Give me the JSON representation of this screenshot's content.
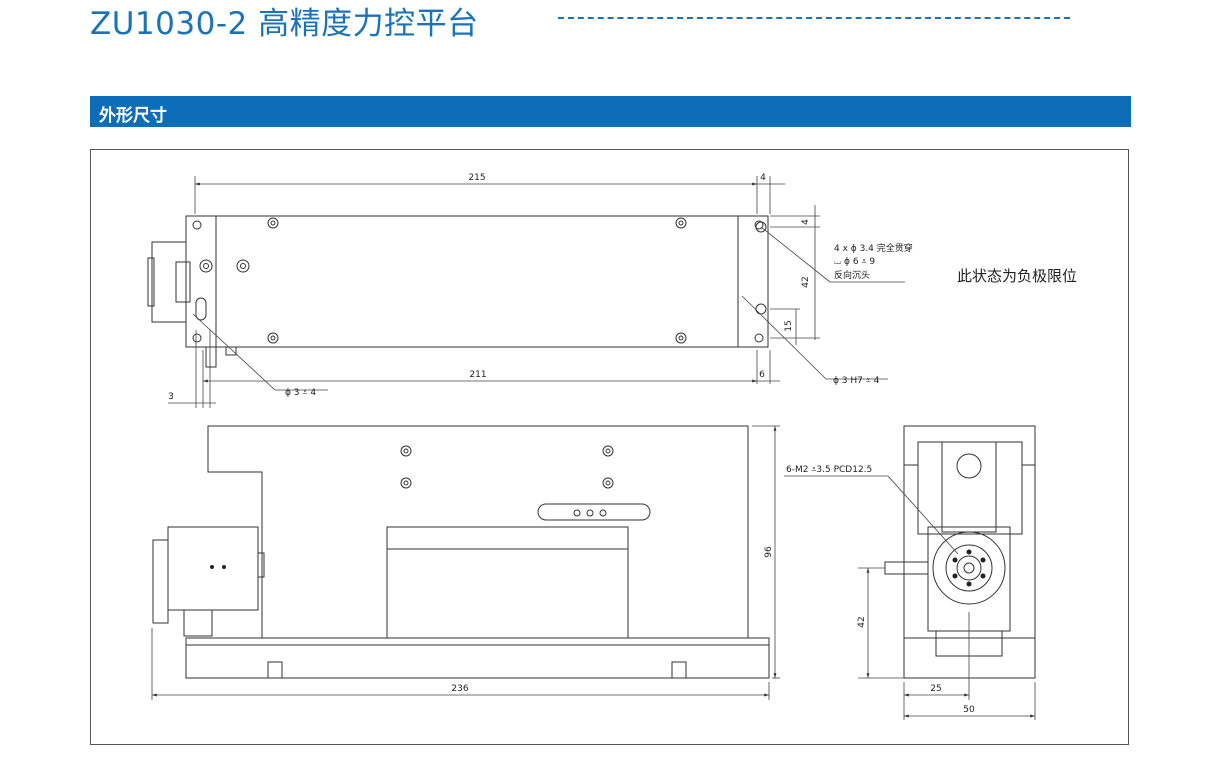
{
  "header": {
    "title": "ZU1030-2 高精度力控平台",
    "accent_color": "#1a73b8"
  },
  "section": {
    "label": "外形尺寸",
    "bar_color": "#0e6db8"
  },
  "drawing": {
    "status_note": "此状态为负极限位",
    "top_view": {
      "dims": {
        "overall_length": "215",
        "end_offset_top": "4",
        "hole_offset_top": "4",
        "hole_spacing": "42",
        "pin_offset": "15",
        "hole_span": "211",
        "end_offset_bottom": "6",
        "slot_offset": "3"
      },
      "callouts": {
        "through_hole_line1": "4 x ϕ 3.4 完全贯穿",
        "through_hole_line2": "⌴ ϕ 6 ⩡ 9",
        "through_hole_line3": "反向沉头",
        "pin_hole": "ϕ 3 H7 ⩡ 4",
        "small_hole": "ϕ 3 ⩡ 4"
      }
    },
    "side_view": {
      "dims": {
        "overall_length": "236",
        "height": "96"
      }
    },
    "end_view": {
      "dims": {
        "center_height": "42",
        "half_width": "25",
        "width": "50"
      },
      "callouts": {
        "thread": "6-M2 ⩡3.5 PCD12.5"
      }
    }
  }
}
